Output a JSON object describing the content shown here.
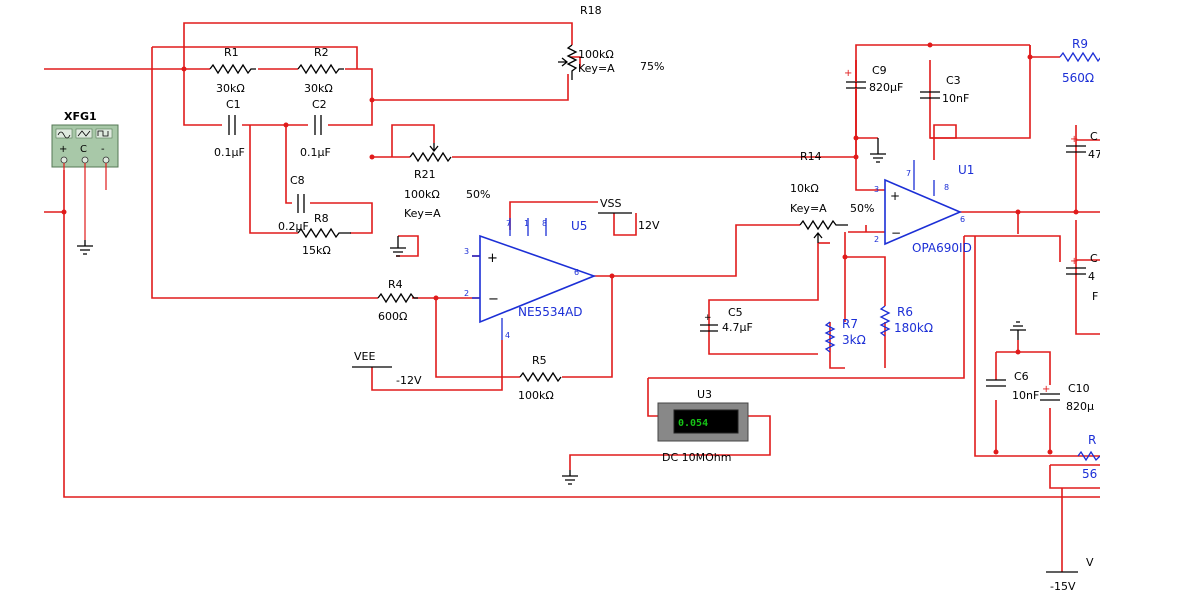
{
  "components": {
    "R18": {
      "ref": "R18",
      "value": "100kΩ",
      "setting": "75%",
      "key": "Key=A"
    },
    "R1": {
      "ref": "R1",
      "value": "30kΩ"
    },
    "R2": {
      "ref": "R2",
      "value": "30kΩ"
    },
    "C1": {
      "ref": "C1",
      "value": "0.1µF"
    },
    "C2": {
      "ref": "C2",
      "value": "0.1µF"
    },
    "XFG1": {
      "ref": "XFG1"
    },
    "R21": {
      "ref": "R21",
      "value": "100kΩ",
      "setting": "50%",
      "key": "Key=A"
    },
    "C8": {
      "ref": "C8",
      "value": "0.2µF"
    },
    "R8": {
      "ref": "R8",
      "value": "15kΩ"
    },
    "R4": {
      "ref": "R4",
      "value": "600Ω"
    },
    "U5": {
      "ref": "U5",
      "part": "NE5534AD"
    },
    "VSS": {
      "ref": "VSS",
      "value": "12V"
    },
    "VEE": {
      "ref": "VEE",
      "value": "-12V"
    },
    "R5": {
      "ref": "R5",
      "value": "100kΩ"
    },
    "R14": {
      "ref": "R14",
      "value": "10kΩ",
      "setting": "50%",
      "key": "Key=A"
    },
    "U1": {
      "ref": "U1",
      "part": "OPA690ID"
    },
    "C9": {
      "ref": "C9",
      "value": "820µF"
    },
    "C3": {
      "ref": "C3",
      "value": "10nF"
    },
    "R9": {
      "ref": "R9",
      "value": "560Ω"
    },
    "C5": {
      "ref": "C5",
      "value": "4.7µF"
    },
    "R7": {
      "ref": "R7",
      "value": "3kΩ"
    },
    "R6": {
      "ref": "R6",
      "value": "180kΩ"
    },
    "U3": {
      "ref": "U3",
      "reading": "0.054",
      "mode": "DC  10MOhm"
    },
    "C6": {
      "ref": "C6",
      "value": "10nF"
    },
    "C10": {
      "ref": "C10",
      "value": "820µ"
    },
    "right_edge": {
      "r_ref": "R",
      "r_value": "56",
      "cap_a": "C",
      "cap_a_val": "47",
      "cap_b": "C",
      "cap_b_val": "4",
      "f_mark": "F",
      "v_label": "V",
      "neg15": "-15V"
    }
  },
  "colors": {
    "wire": "#e01b1b",
    "opamp": "#1c2fd6",
    "component": "#000000",
    "meter_bg": "#888888",
    "meter_display": "#000000",
    "readout": "#16c216",
    "generator": "#a8c8a8"
  }
}
